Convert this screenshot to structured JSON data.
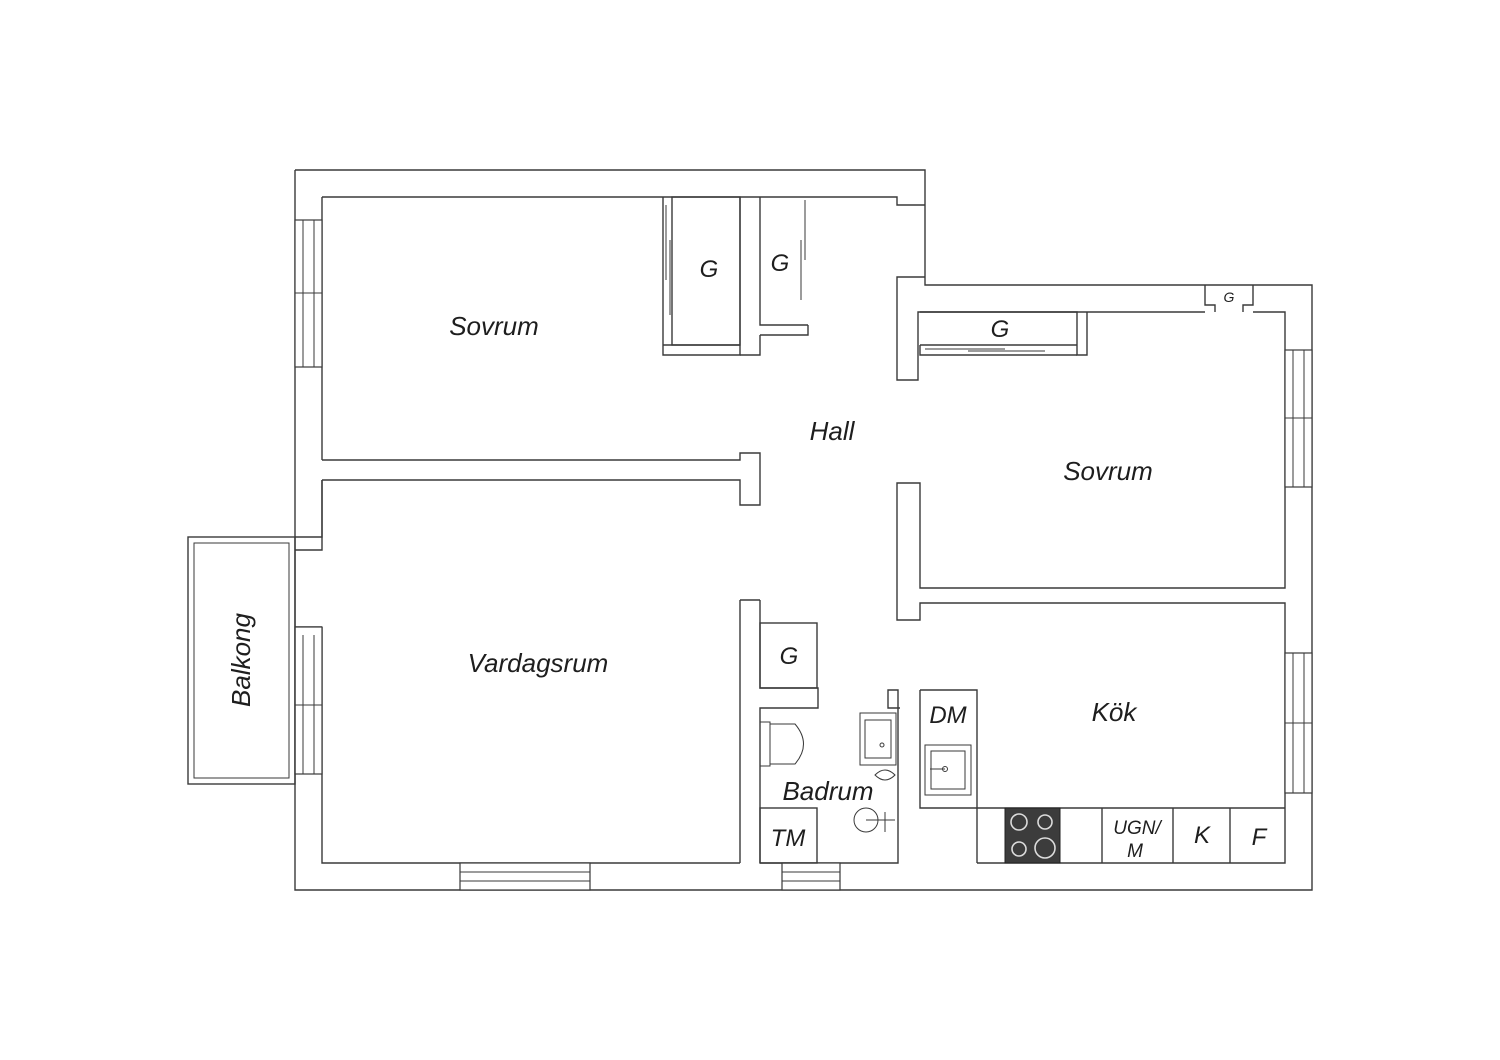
{
  "plan": {
    "rooms": {
      "sovrum_west": "Sovrum",
      "hall": "Hall",
      "sovrum_east": "Sovrum",
      "vardagsrum": "Vardagsrum",
      "balkong": "Balkong",
      "kok": "Kök",
      "badrum": "Badrum"
    },
    "closets": {
      "g1": "G",
      "g2": "G",
      "g3": "G",
      "g4": "G",
      "g5": "G"
    },
    "appliances": {
      "dm": "DM",
      "tm": "TM",
      "ugn_line1": "UGN/",
      "ugn_line2": "M",
      "k": "K",
      "f": "F"
    }
  }
}
